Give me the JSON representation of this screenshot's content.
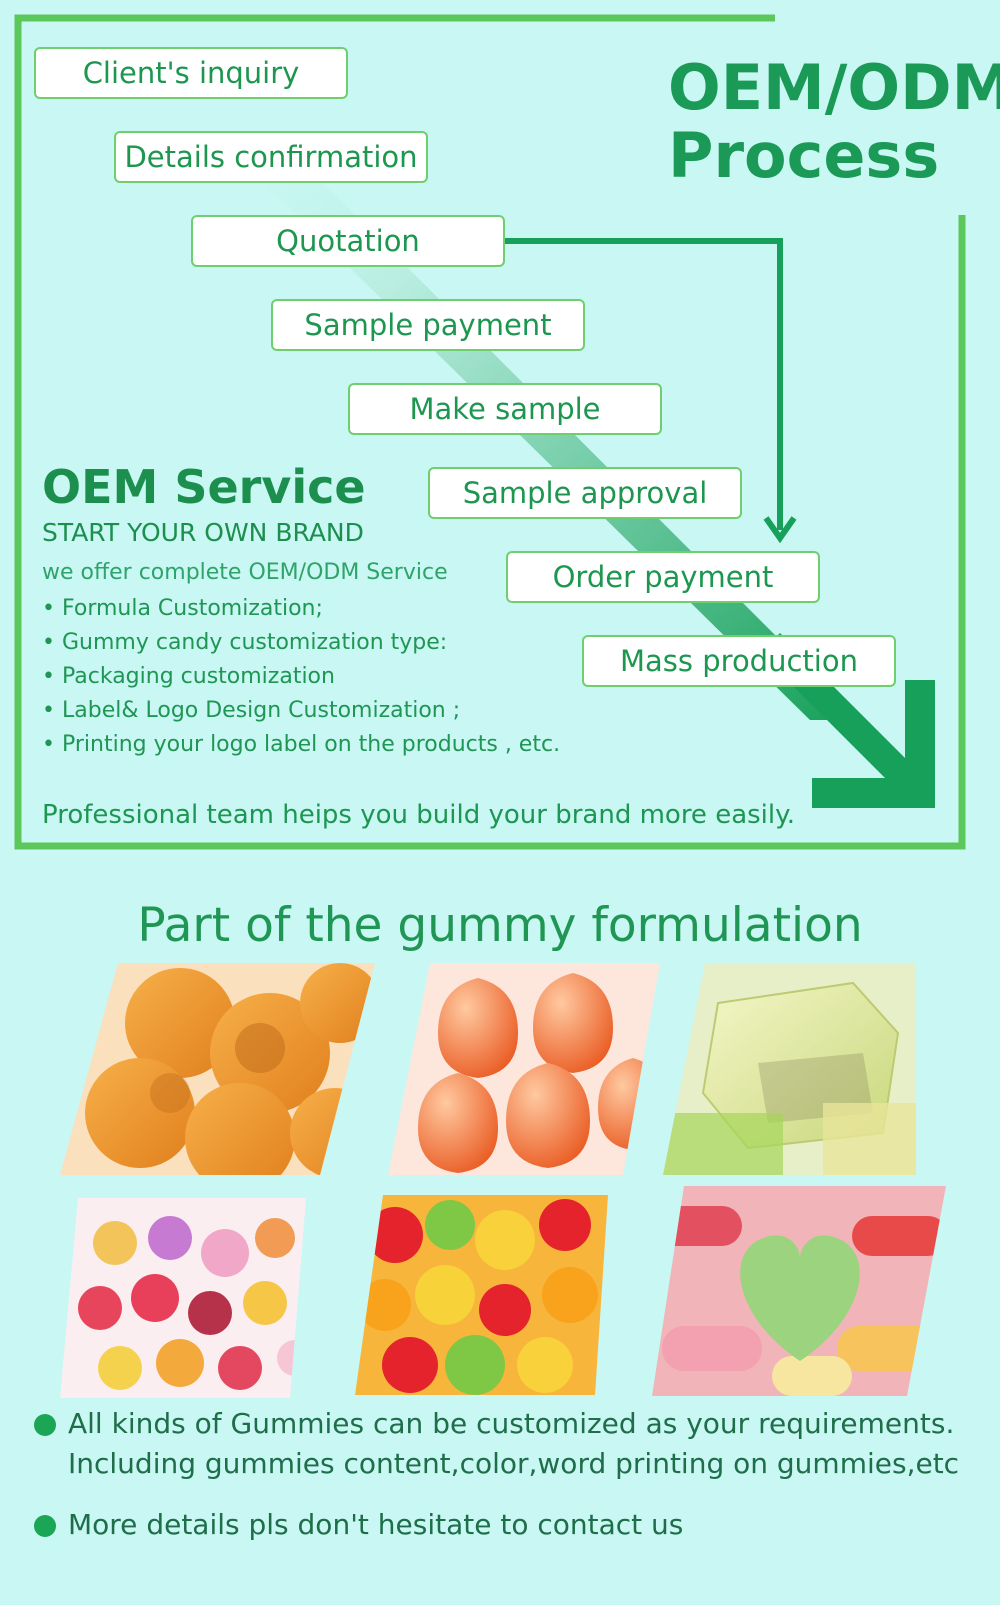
{
  "process": {
    "title_line1": "OEM/ODM",
    "title_line2": "Process",
    "steps": [
      "Client's inquiry",
      "Details confirmation",
      "Quotation",
      "Sample payment",
      "Make sample",
      "Sample approval",
      "Order payment",
      "Mass production"
    ]
  },
  "oem_service": {
    "heading": "OEM Service",
    "subheading": "START YOUR OWN BRAND",
    "intro": "we offer complete OEM/ODM Service",
    "items": [
      "Formula Customization;",
      "Gummy candy customization type:",
      "Packaging customization",
      "Label& Logo Design Customization ;",
      "Printing your logo label on the products , etc."
    ],
    "team_line": "Professional team heips you build your brand more easily."
  },
  "formulation": {
    "heading": "Part of the gummy formulation",
    "photos": [
      "orange-bear-gummies",
      "peach-gummies",
      "clear-cube-gummies",
      "colorful-berry-gummies",
      "gummy-bears",
      "green-heart-gummy"
    ]
  },
  "notes": {
    "line1a": "All kinds of Gummies can be customized as your requirements.",
    "line1b": "Including gummies content,color,word printing on gummies,etc",
    "line2": "More details pls don't hesitate to contact us"
  },
  "colors": {
    "background": "#c9f7f3",
    "frame": "#5cc85c",
    "brand_green": "#1a9a56",
    "arrow_green": "#17a05a"
  }
}
